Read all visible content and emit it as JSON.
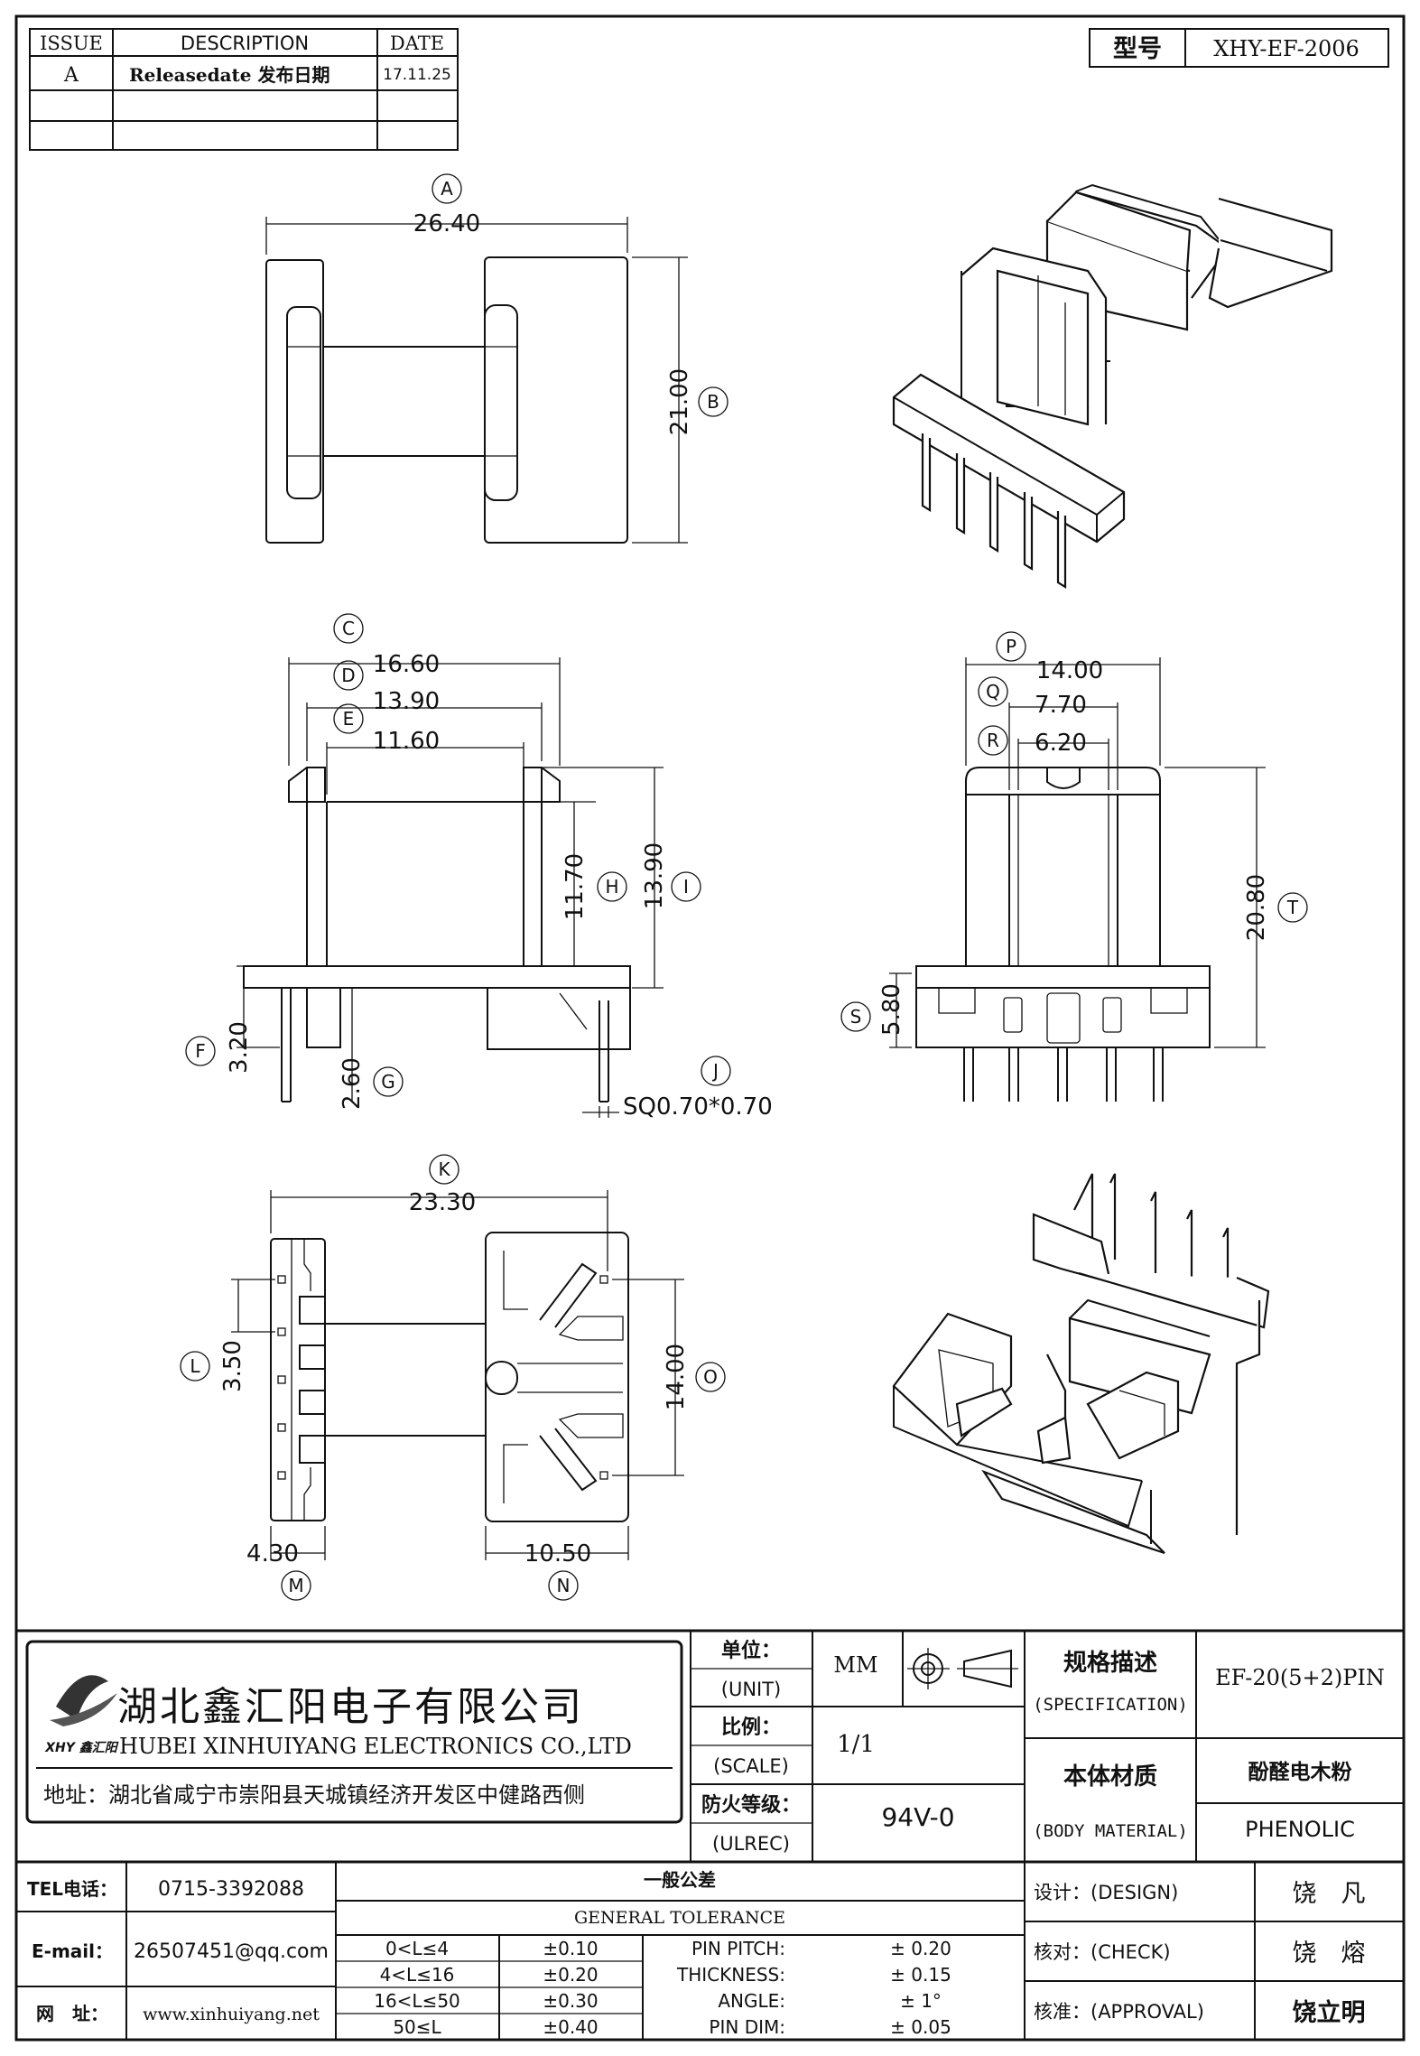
{
  "revision": {
    "headers": [
      "ISSUE",
      "DESCRIPTION",
      "DATE"
    ],
    "rows": [
      {
        "issue": "A",
        "description": "Releasedate 发布日期",
        "date": "17.11.25"
      },
      {
        "issue": "",
        "description": "",
        "date": ""
      },
      {
        "issue": "",
        "description": "",
        "date": ""
      }
    ]
  },
  "model": {
    "label": "型号",
    "value": "XHY-EF-2006"
  },
  "dimensions": {
    "A": {
      "letter": "A",
      "value": "26.40"
    },
    "B": {
      "letter": "B",
      "value": "21.00"
    },
    "C": {
      "letter": "C",
      "value": "16.60"
    },
    "D": {
      "letter": "D",
      "value": "13.90"
    },
    "E": {
      "letter": "E",
      "value": "11.60"
    },
    "F": {
      "letter": "F",
      "value": "3.20"
    },
    "G": {
      "letter": "G",
      "value": "2.60"
    },
    "H": {
      "letter": "H",
      "value": "11.70"
    },
    "I": {
      "letter": "I",
      "value": "13.90"
    },
    "J": {
      "letter": "J",
      "value": "SQ0.70*0.70"
    },
    "K": {
      "letter": "K",
      "value": "23.30"
    },
    "L": {
      "letter": "L",
      "value": "3.50"
    },
    "M": {
      "letter": "M",
      "value": "4.30"
    },
    "N": {
      "letter": "N",
      "value": "10.50"
    },
    "O": {
      "letter": "O",
      "value": "14.00"
    },
    "P": {
      "letter": "P",
      "value": "14.00"
    },
    "Q": {
      "letter": "Q",
      "value": "7.70"
    },
    "R": {
      "letter": "R",
      "value": "6.20"
    },
    "S": {
      "letter": "S",
      "value": "5.80"
    },
    "T": {
      "letter": "T",
      "value": "20.80"
    }
  },
  "company": {
    "name_cn": "湖北鑫汇阳电子有限公司",
    "name_en": "HUBEI XINHUIYANG ELECTRONICS CO.,LTD",
    "address": "地址：湖北省咸宁市崇阳县天城镇经济开发区中健路西侧",
    "logo_text": "XHY 鑫汇阳",
    "tel_label": "TEL电话：",
    "tel": "0715-3392088",
    "email_label": "E-mail：",
    "email": "26507451@qq.com",
    "web_label": "网　址：",
    "web": "www.xinhuiyang.net"
  },
  "specs": {
    "unit_label_cn": "单位：",
    "unit_label_en": "(UNIT)",
    "unit": "MM",
    "scale_label_cn": "比例：",
    "scale_label_en": "(SCALE)",
    "scale": "1/1",
    "fire_label_cn": "防火等级：",
    "fire_label_en": "(ULREC)",
    "fire": "94V-0",
    "spec_label_cn": "规格描述",
    "spec_label_en": "(SPECIFICATION)",
    "spec": "EF-20(5+2)PIN",
    "material_label_cn": "本体材质",
    "material_label_en": "(BODY MATERIAL)",
    "material_cn": "酚醛电木粉",
    "material_en": "PHENOLIC"
  },
  "tolerance": {
    "title_cn": "一般公差",
    "title_en": "GENERAL TOLERANCE",
    "rows": [
      {
        "range": "0<L≤4",
        "value": "±0.10",
        "item": "PIN PITCH:",
        "tol": "± 0.20"
      },
      {
        "range": "4<L≤16",
        "value": "±0.20",
        "item": "THICKNESS:",
        "tol": "± 0.15"
      },
      {
        "range": "16<L≤50",
        "value": "±0.30",
        "item": "ANGLE:",
        "tol": "± 1°"
      },
      {
        "range": "50≤L",
        "value": "±0.40",
        "item": "PIN DIM:",
        "tol": "± 0.05"
      }
    ]
  },
  "signoff": [
    {
      "label": "设计：(DESIGN)",
      "name": "饶　凡"
    },
    {
      "label": "核对：(CHECK)",
      "name": "饶　熔"
    },
    {
      "label": "核准：(APPROVAL)",
      "name": "饶立明"
    }
  ]
}
